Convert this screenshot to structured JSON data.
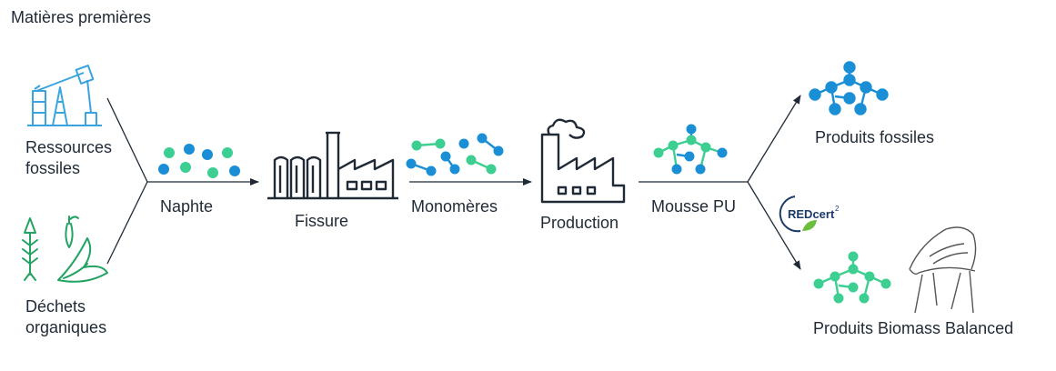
{
  "title": "Matières premières",
  "inputs": {
    "fossil": {
      "line1": "Ressources",
      "line2": "fossiles",
      "icon": "oil-pump-icon"
    },
    "organic": {
      "line1": "Déchets",
      "line2": "organiques",
      "icon": "organic-waste-icon"
    }
  },
  "steps": {
    "naphta": "Naphte",
    "cracking": "Fissure",
    "monomers": "Monomères",
    "production": "Production",
    "foam": "Mousse PU"
  },
  "outputs": {
    "fossil_products": "Produits fossiles",
    "biomass_products": "Produits Biomass Balanced"
  },
  "certification": {
    "logo_text": "REDcert",
    "superscript": "2",
    "icon": "redcert-logo-icon"
  },
  "colors": {
    "blue": "#1a8fd6",
    "green": "#3ccf91",
    "text": "#1f2a36",
    "lines": "#1f2a36",
    "fossil_icon": "#3aa4de",
    "organic_icon": "#23a362"
  }
}
